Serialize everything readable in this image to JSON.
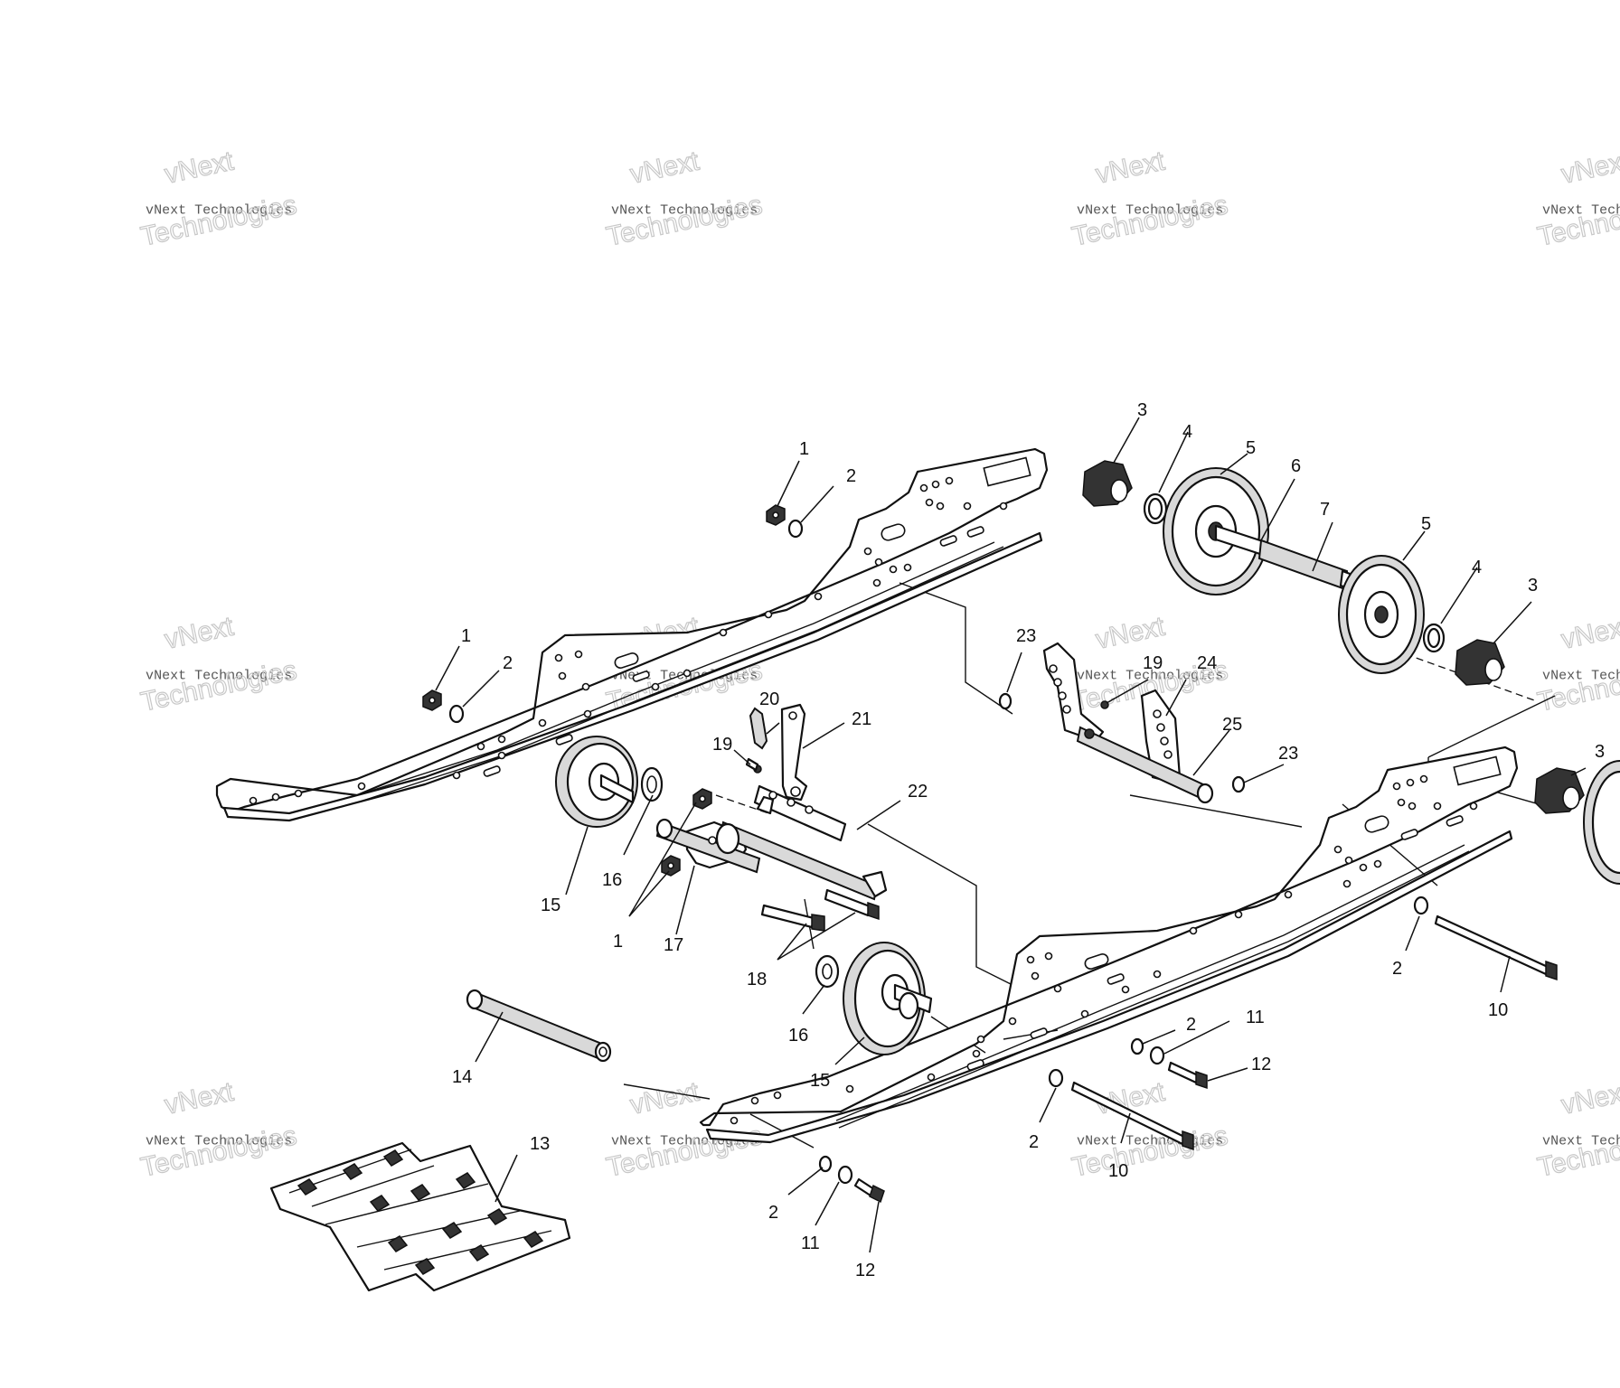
{
  "watermark": {
    "line1": "vNext",
    "line2": "vNext Technologies",
    "line3": "Technologies"
  },
  "callouts": [
    {
      "text": "1"
    },
    {
      "text": "2"
    },
    {
      "text": "1"
    },
    {
      "text": "2"
    },
    {
      "text": "3"
    },
    {
      "text": "4"
    },
    {
      "text": "5"
    },
    {
      "text": "6"
    },
    {
      "text": "7"
    },
    {
      "text": "5"
    },
    {
      "text": "4"
    },
    {
      "text": "3"
    },
    {
      "text": "3"
    },
    {
      "text": "23"
    },
    {
      "text": "19"
    },
    {
      "text": "24"
    },
    {
      "text": "25"
    },
    {
      "text": "23"
    },
    {
      "text": "20"
    },
    {
      "text": "21"
    },
    {
      "text": "19"
    },
    {
      "text": "22"
    },
    {
      "text": "16"
    },
    {
      "text": "15"
    },
    {
      "text": "1"
    },
    {
      "text": "17"
    },
    {
      "text": "18"
    },
    {
      "text": "16"
    },
    {
      "text": "15"
    },
    {
      "text": "14"
    },
    {
      "text": "2"
    },
    {
      "text": "10"
    },
    {
      "text": "2"
    },
    {
      "text": "11"
    },
    {
      "text": "12"
    },
    {
      "text": "2"
    },
    {
      "text": "10"
    },
    {
      "text": "13"
    },
    {
      "text": "2"
    },
    {
      "text": "11"
    },
    {
      "text": "12"
    }
  ]
}
